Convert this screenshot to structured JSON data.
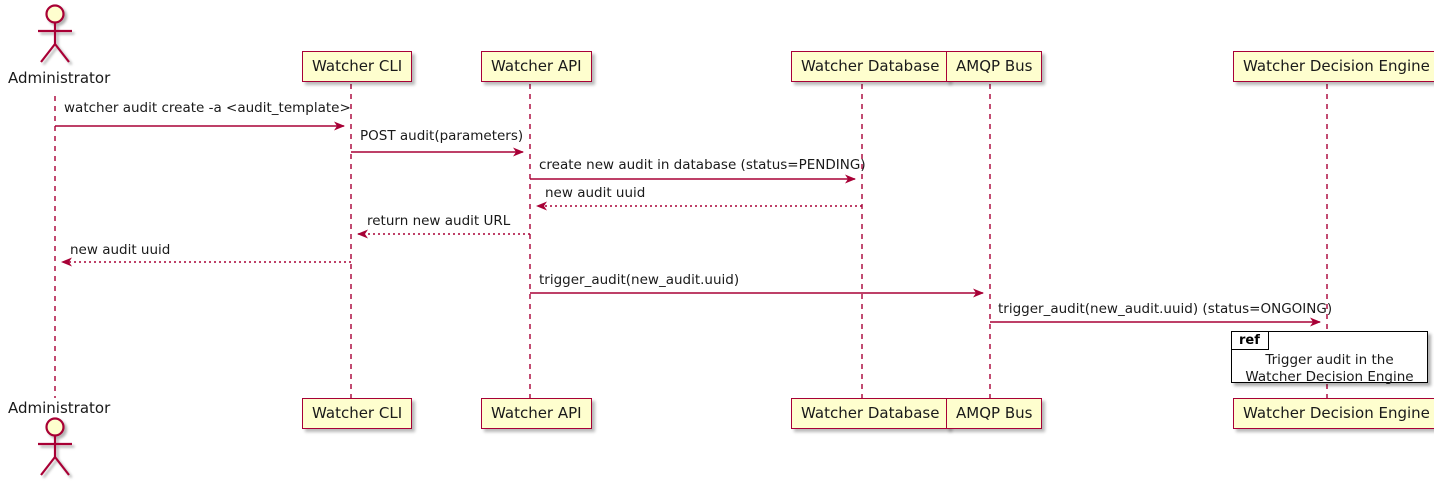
{
  "diagram": {
    "type": "uml-sequence-diagram",
    "colors": {
      "participant_fill": "#FEFECE",
      "participant_border": "#A80036",
      "line": "#A80036",
      "text": "#1a1a1a",
      "ref_border": "#000000",
      "background": "#FFFFFF"
    },
    "actor": {
      "name": "Administrator",
      "top_label": "Administrator",
      "bottom_label": "Administrator"
    },
    "participants": [
      {
        "id": "cli",
        "label": "Watcher CLI"
      },
      {
        "id": "api",
        "label": "Watcher API"
      },
      {
        "id": "db",
        "label": "Watcher Database"
      },
      {
        "id": "amqp",
        "label": "AMQP Bus"
      },
      {
        "id": "wde",
        "label": "Watcher Decision Engine"
      }
    ],
    "messages": [
      {
        "index": 1,
        "from": "Administrator",
        "to": "Watcher CLI",
        "label": "watcher audit create -a <audit_template>",
        "style": "solid"
      },
      {
        "index": 2,
        "from": "Watcher CLI",
        "to": "Watcher API",
        "label": "POST audit(parameters)",
        "style": "solid"
      },
      {
        "index": 3,
        "from": "Watcher API",
        "to": "Watcher Database",
        "label": "create new audit in database (status=PENDING)",
        "style": "solid"
      },
      {
        "index": 4,
        "from": "Watcher Database",
        "to": "Watcher API",
        "label": "new audit uuid",
        "style": "dotted"
      },
      {
        "index": 5,
        "from": "Watcher API",
        "to": "Watcher CLI",
        "label": "return new audit URL",
        "style": "dotted"
      },
      {
        "index": 6,
        "from": "Watcher CLI",
        "to": "Administrator",
        "label": "new audit uuid",
        "style": "dotted"
      },
      {
        "index": 7,
        "from": "Watcher API",
        "to": "AMQP Bus",
        "label": "trigger_audit(new_audit.uuid)",
        "style": "solid"
      },
      {
        "index": 8,
        "from": "AMQP Bus",
        "to": "Watcher Decision Engine",
        "label": "trigger_audit(new_audit.uuid) (status=ONGOING)",
        "style": "solid"
      }
    ],
    "ref_fragment": {
      "keyword": "ref",
      "line1": "Trigger audit in the",
      "line2": "Watcher Decision Engine"
    }
  }
}
